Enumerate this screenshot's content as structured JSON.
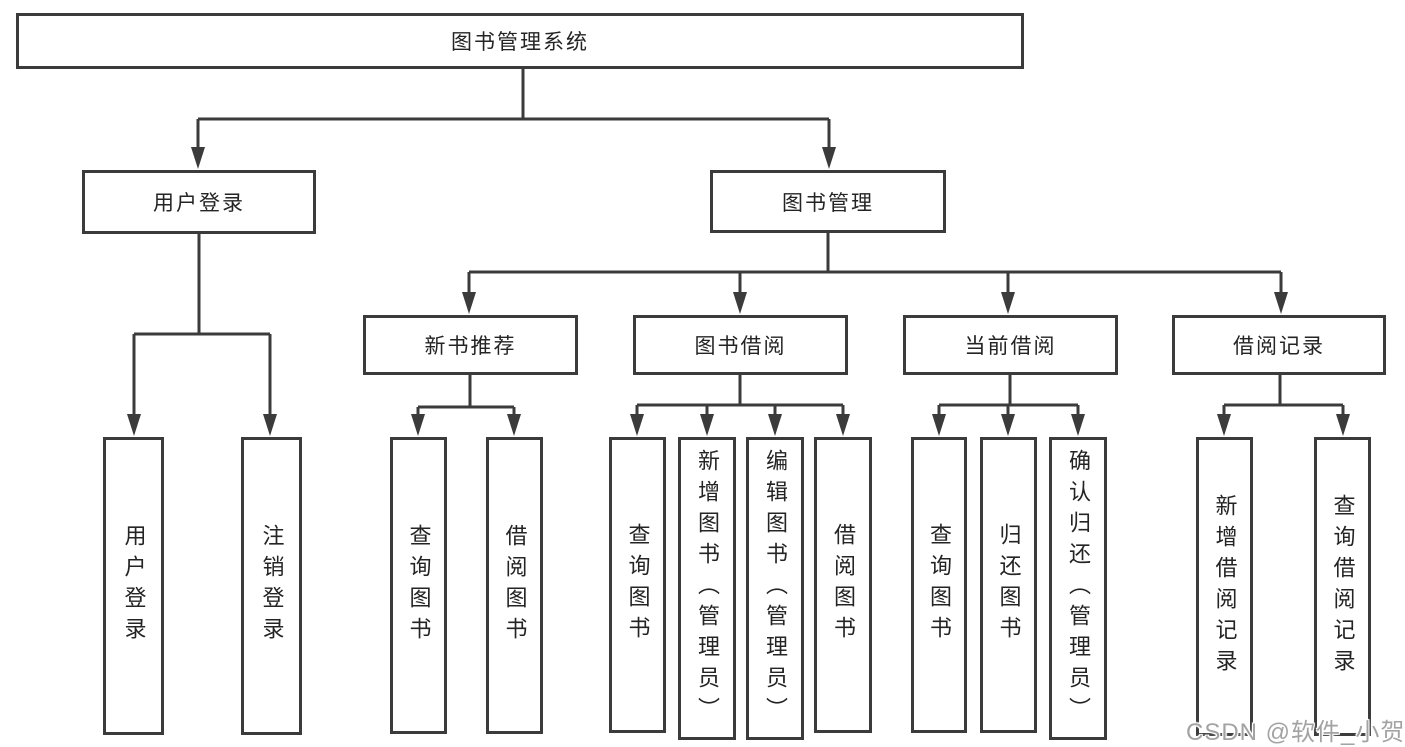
{
  "diagram": {
    "type": "hierarchy-tree",
    "tree": {
      "label": "图书管理系统",
      "children": [
        {
          "label": "用户登录",
          "children": [
            {
              "label": "用户登录"
            },
            {
              "label": "注销登录"
            }
          ]
        },
        {
          "label": "图书管理",
          "children": [
            {
              "label": "新书推荐",
              "children": [
                {
                  "label": "查询图书"
                },
                {
                  "label": "借阅图书"
                }
              ]
            },
            {
              "label": "图书借阅",
              "children": [
                {
                  "label": "查询图书"
                },
                {
                  "label": "新增图书（管理员）"
                },
                {
                  "label": "编辑图书（管理员）"
                },
                {
                  "label": "借阅图书"
                }
              ]
            },
            {
              "label": "当前借阅",
              "children": [
                {
                  "label": "查询图书"
                },
                {
                  "label": "归还图书"
                },
                {
                  "label": "确认归还（管理员）"
                }
              ]
            },
            {
              "label": "借阅记录",
              "children": [
                {
                  "label": "新增借阅记录"
                },
                {
                  "label": "查询借阅记录"
                }
              ]
            }
          ]
        }
      ]
    }
  },
  "watermark": "CSDN @软件_小贺同学",
  "colors": {
    "line": "#3b3b3b",
    "box_border": "#3b3b3b",
    "text": "#242424",
    "background": "#ffffff",
    "watermark": "#a3a3a3"
  }
}
